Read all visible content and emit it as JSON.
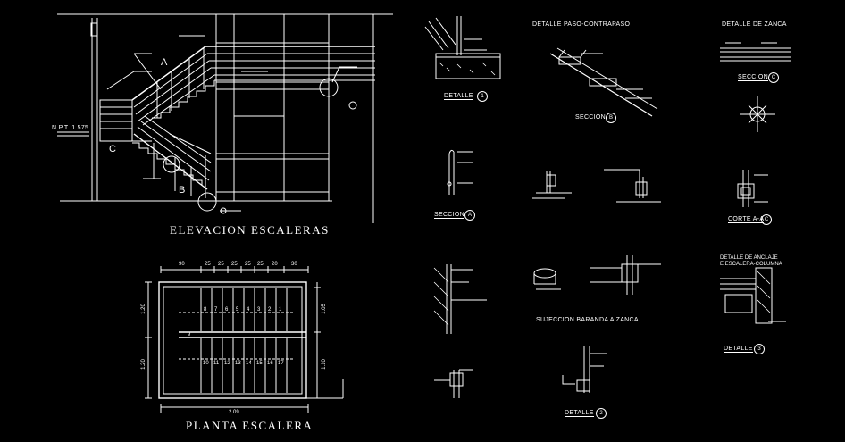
{
  "titles": {
    "elevacion": "ELEVACION  ESCALERAS",
    "planta": "PLANTA  ESCALERA",
    "detalle_paso": "DETALLE  PASO-CONTRAPASO",
    "detalle_zanca": "DETALLE DE ZANCA",
    "sujeccion": "SUJECCION BARANDA A ZANCA",
    "anclaje_1": "DETALLE DE ANCLAJE",
    "anclaje_2": "E ESCALERA-COLUMNA"
  },
  "tags": {
    "detalle_1": "DETALLE",
    "detalle_1_num": "1",
    "seccion_a": "SECCION",
    "seccion_a_mark": "A",
    "seccion_b": "SECCION",
    "seccion_b_mark": "B",
    "seccion_c": "SECCION",
    "seccion_c_mark": "C",
    "corte_aa": "CORTE A-A",
    "corte_aa_mark": "C",
    "detalle_2": "DETALLE",
    "detalle_2_num": "2",
    "detalle_3": "DETALLE",
    "detalle_3_num": "3"
  },
  "elevation": {
    "npt": "N.P.T. 1.575",
    "mark_a": "A",
    "mark_b": "B",
    "mark_c": "C"
  },
  "plan": {
    "dims_top": [
      "90",
      "25",
      "25",
      "25",
      "25",
      "25",
      "20",
      "30"
    ],
    "dim_bottom": "2.09",
    "dims_left": [
      "1.20",
      "1.20"
    ],
    "dims_right": [
      "1.05",
      "1.10"
    ],
    "steps_top": [
      "8",
      "7",
      "6",
      "5",
      "4",
      "3",
      "2",
      "1"
    ],
    "steps_bottom": [
      "10",
      "11",
      "12",
      "13",
      "14",
      "15",
      "16",
      "17"
    ],
    "landing": "9"
  }
}
